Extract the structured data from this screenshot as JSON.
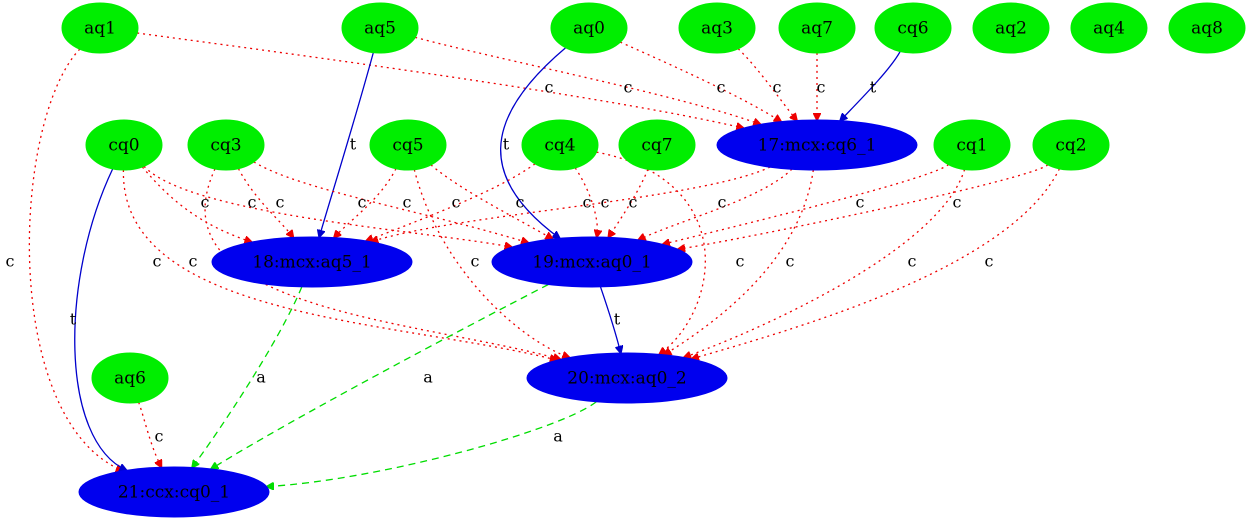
{
  "colors": {
    "qubit_node": "#00ee00",
    "gate_node": "#0000ee",
    "target_edge": "#0000cc",
    "control_edge": "#ee0000",
    "ancilla_edge": "#00dd00"
  },
  "nodes": [
    {
      "id": "aq1",
      "label": "aq1",
      "kind": "qubit"
    },
    {
      "id": "aq5",
      "label": "aq5",
      "kind": "qubit"
    },
    {
      "id": "aq0",
      "label": "aq0",
      "kind": "qubit"
    },
    {
      "id": "aq3",
      "label": "aq3",
      "kind": "qubit"
    },
    {
      "id": "aq7",
      "label": "aq7",
      "kind": "qubit"
    },
    {
      "id": "cq6",
      "label": "cq6",
      "kind": "qubit"
    },
    {
      "id": "aq2",
      "label": "aq2",
      "kind": "qubit"
    },
    {
      "id": "aq4",
      "label": "aq4",
      "kind": "qubit"
    },
    {
      "id": "aq8",
      "label": "aq8",
      "kind": "qubit"
    },
    {
      "id": "cq0",
      "label": "cq0",
      "kind": "qubit"
    },
    {
      "id": "cq3",
      "label": "cq3",
      "kind": "qubit"
    },
    {
      "id": "cq5",
      "label": "cq5",
      "kind": "qubit"
    },
    {
      "id": "cq4",
      "label": "cq4",
      "kind": "qubit"
    },
    {
      "id": "cq7",
      "label": "cq7",
      "kind": "qubit"
    },
    {
      "id": "cq1",
      "label": "cq1",
      "kind": "qubit"
    },
    {
      "id": "cq2",
      "label": "cq2",
      "kind": "qubit"
    },
    {
      "id": "aq6",
      "label": "aq6",
      "kind": "qubit"
    },
    {
      "id": "g17",
      "label": "17:mcx:cq6_1",
      "kind": "gate"
    },
    {
      "id": "g18",
      "label": "18:mcx:aq5_1",
      "kind": "gate"
    },
    {
      "id": "g19",
      "label": "19:mcx:aq0_1",
      "kind": "gate"
    },
    {
      "id": "g20",
      "label": "20:mcx:aq0_2",
      "kind": "gate"
    },
    {
      "id": "g21",
      "label": "21:ccx:cq0_1",
      "kind": "gate"
    }
  ],
  "edges": [
    {
      "from": "aq1",
      "to": "g21",
      "label": "c",
      "type": "control"
    },
    {
      "from": "aq1",
      "to": "g17",
      "label": "c",
      "type": "control"
    },
    {
      "from": "aq5",
      "to": "g17",
      "label": "c",
      "type": "control"
    },
    {
      "from": "aq0",
      "to": "g17",
      "label": "c",
      "type": "control"
    },
    {
      "from": "aq3",
      "to": "g17",
      "label": "c",
      "type": "control"
    },
    {
      "from": "aq7",
      "to": "g17",
      "label": "c",
      "type": "control"
    },
    {
      "from": "cq6",
      "to": "g17",
      "label": "t",
      "type": "target"
    },
    {
      "from": "aq5",
      "to": "g18",
      "label": "t",
      "type": "target"
    },
    {
      "from": "aq0",
      "to": "g19",
      "label": "t",
      "type": "target"
    },
    {
      "from": "cq0",
      "to": "g18",
      "label": "c",
      "type": "control"
    },
    {
      "from": "cq0",
      "to": "g19",
      "label": "c",
      "type": "control"
    },
    {
      "from": "cq0",
      "to": "g20",
      "label": "c",
      "type": "control"
    },
    {
      "from": "cq0",
      "to": "g21",
      "label": "t",
      "type": "target"
    },
    {
      "from": "cq3",
      "to": "g18",
      "label": "c",
      "type": "control"
    },
    {
      "from": "cq3",
      "to": "g19",
      "label": "c",
      "type": "control"
    },
    {
      "from": "cq3",
      "to": "g20",
      "label": "c",
      "type": "control"
    },
    {
      "from": "cq5",
      "to": "g18",
      "label": "c",
      "type": "control"
    },
    {
      "from": "cq5",
      "to": "g19",
      "label": "c",
      "type": "control"
    },
    {
      "from": "cq5",
      "to": "g20",
      "label": "c",
      "type": "control"
    },
    {
      "from": "cq4",
      "to": "g18",
      "label": "c",
      "type": "control"
    },
    {
      "from": "cq4",
      "to": "g19",
      "label": "c",
      "type": "control"
    },
    {
      "from": "cq4",
      "to": "g20",
      "label": "c",
      "type": "control"
    },
    {
      "from": "cq7",
      "to": "g19",
      "label": "c",
      "type": "control"
    },
    {
      "from": "g17",
      "to": "g18",
      "label": "c",
      "type": "control"
    },
    {
      "from": "g17",
      "to": "g19",
      "label": "c",
      "type": "control"
    },
    {
      "from": "g17",
      "to": "g20",
      "label": "c",
      "type": "control"
    },
    {
      "from": "cq1",
      "to": "g19",
      "label": "c",
      "type": "control"
    },
    {
      "from": "cq1",
      "to": "g20",
      "label": "c",
      "type": "control"
    },
    {
      "from": "cq2",
      "to": "g19",
      "label": "c",
      "type": "control"
    },
    {
      "from": "cq2",
      "to": "g20",
      "label": "c",
      "type": "control"
    },
    {
      "from": "g19",
      "to": "g20",
      "label": "t",
      "type": "target"
    },
    {
      "from": "g18",
      "to": "g21",
      "label": "a",
      "type": "ancilla"
    },
    {
      "from": "g19",
      "to": "g21",
      "label": "a",
      "type": "ancilla"
    },
    {
      "from": "g20",
      "to": "g21",
      "label": "a",
      "type": "ancilla"
    },
    {
      "from": "aq6",
      "to": "g21",
      "label": "c",
      "type": "control"
    }
  ]
}
